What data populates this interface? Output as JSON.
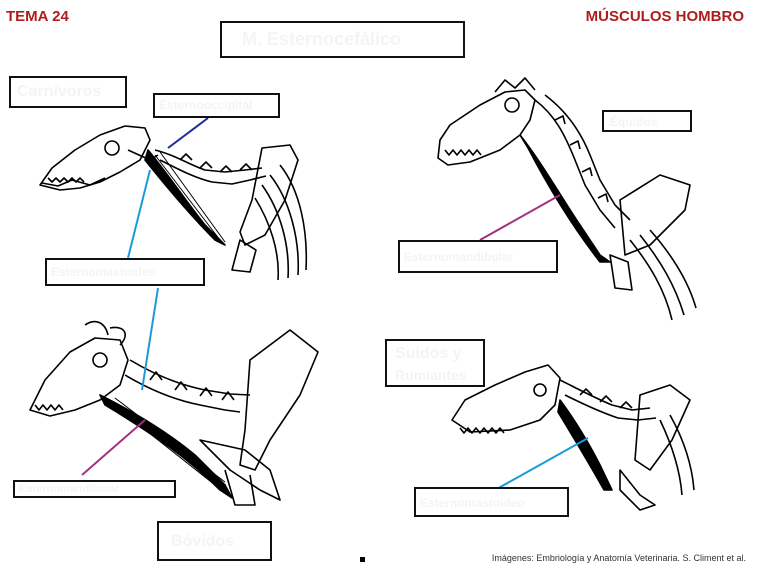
{
  "header": {
    "left": "TEMA 24",
    "right": "MÚSCULOS HOMBRO"
  },
  "title": "M. Esternocefálico",
  "labels": {
    "carnivoros": "Carnívoros",
    "esternooccipital": "Esternooccipital",
    "esternomastoideo": "Esternomastoideo",
    "equinos": "Équidos",
    "esternomandibular": "Esternomandibular",
    "suidos": "Suidos y",
    "rumiantes": "Rumiantes",
    "bovidos": "Bóvidos",
    "bov_mandibular": "Esternomandibular",
    "suidos_label": "Esternomastoideo"
  },
  "credit": "Imágenes: Embriología y Anatomía Veterinaria. S. Climent et al.",
  "colors": {
    "header_red": "#b01c1c",
    "leader_blue": "#1a9bd8",
    "leader_navy": "#1c2a9c",
    "leader_purple": "#a3307f"
  }
}
